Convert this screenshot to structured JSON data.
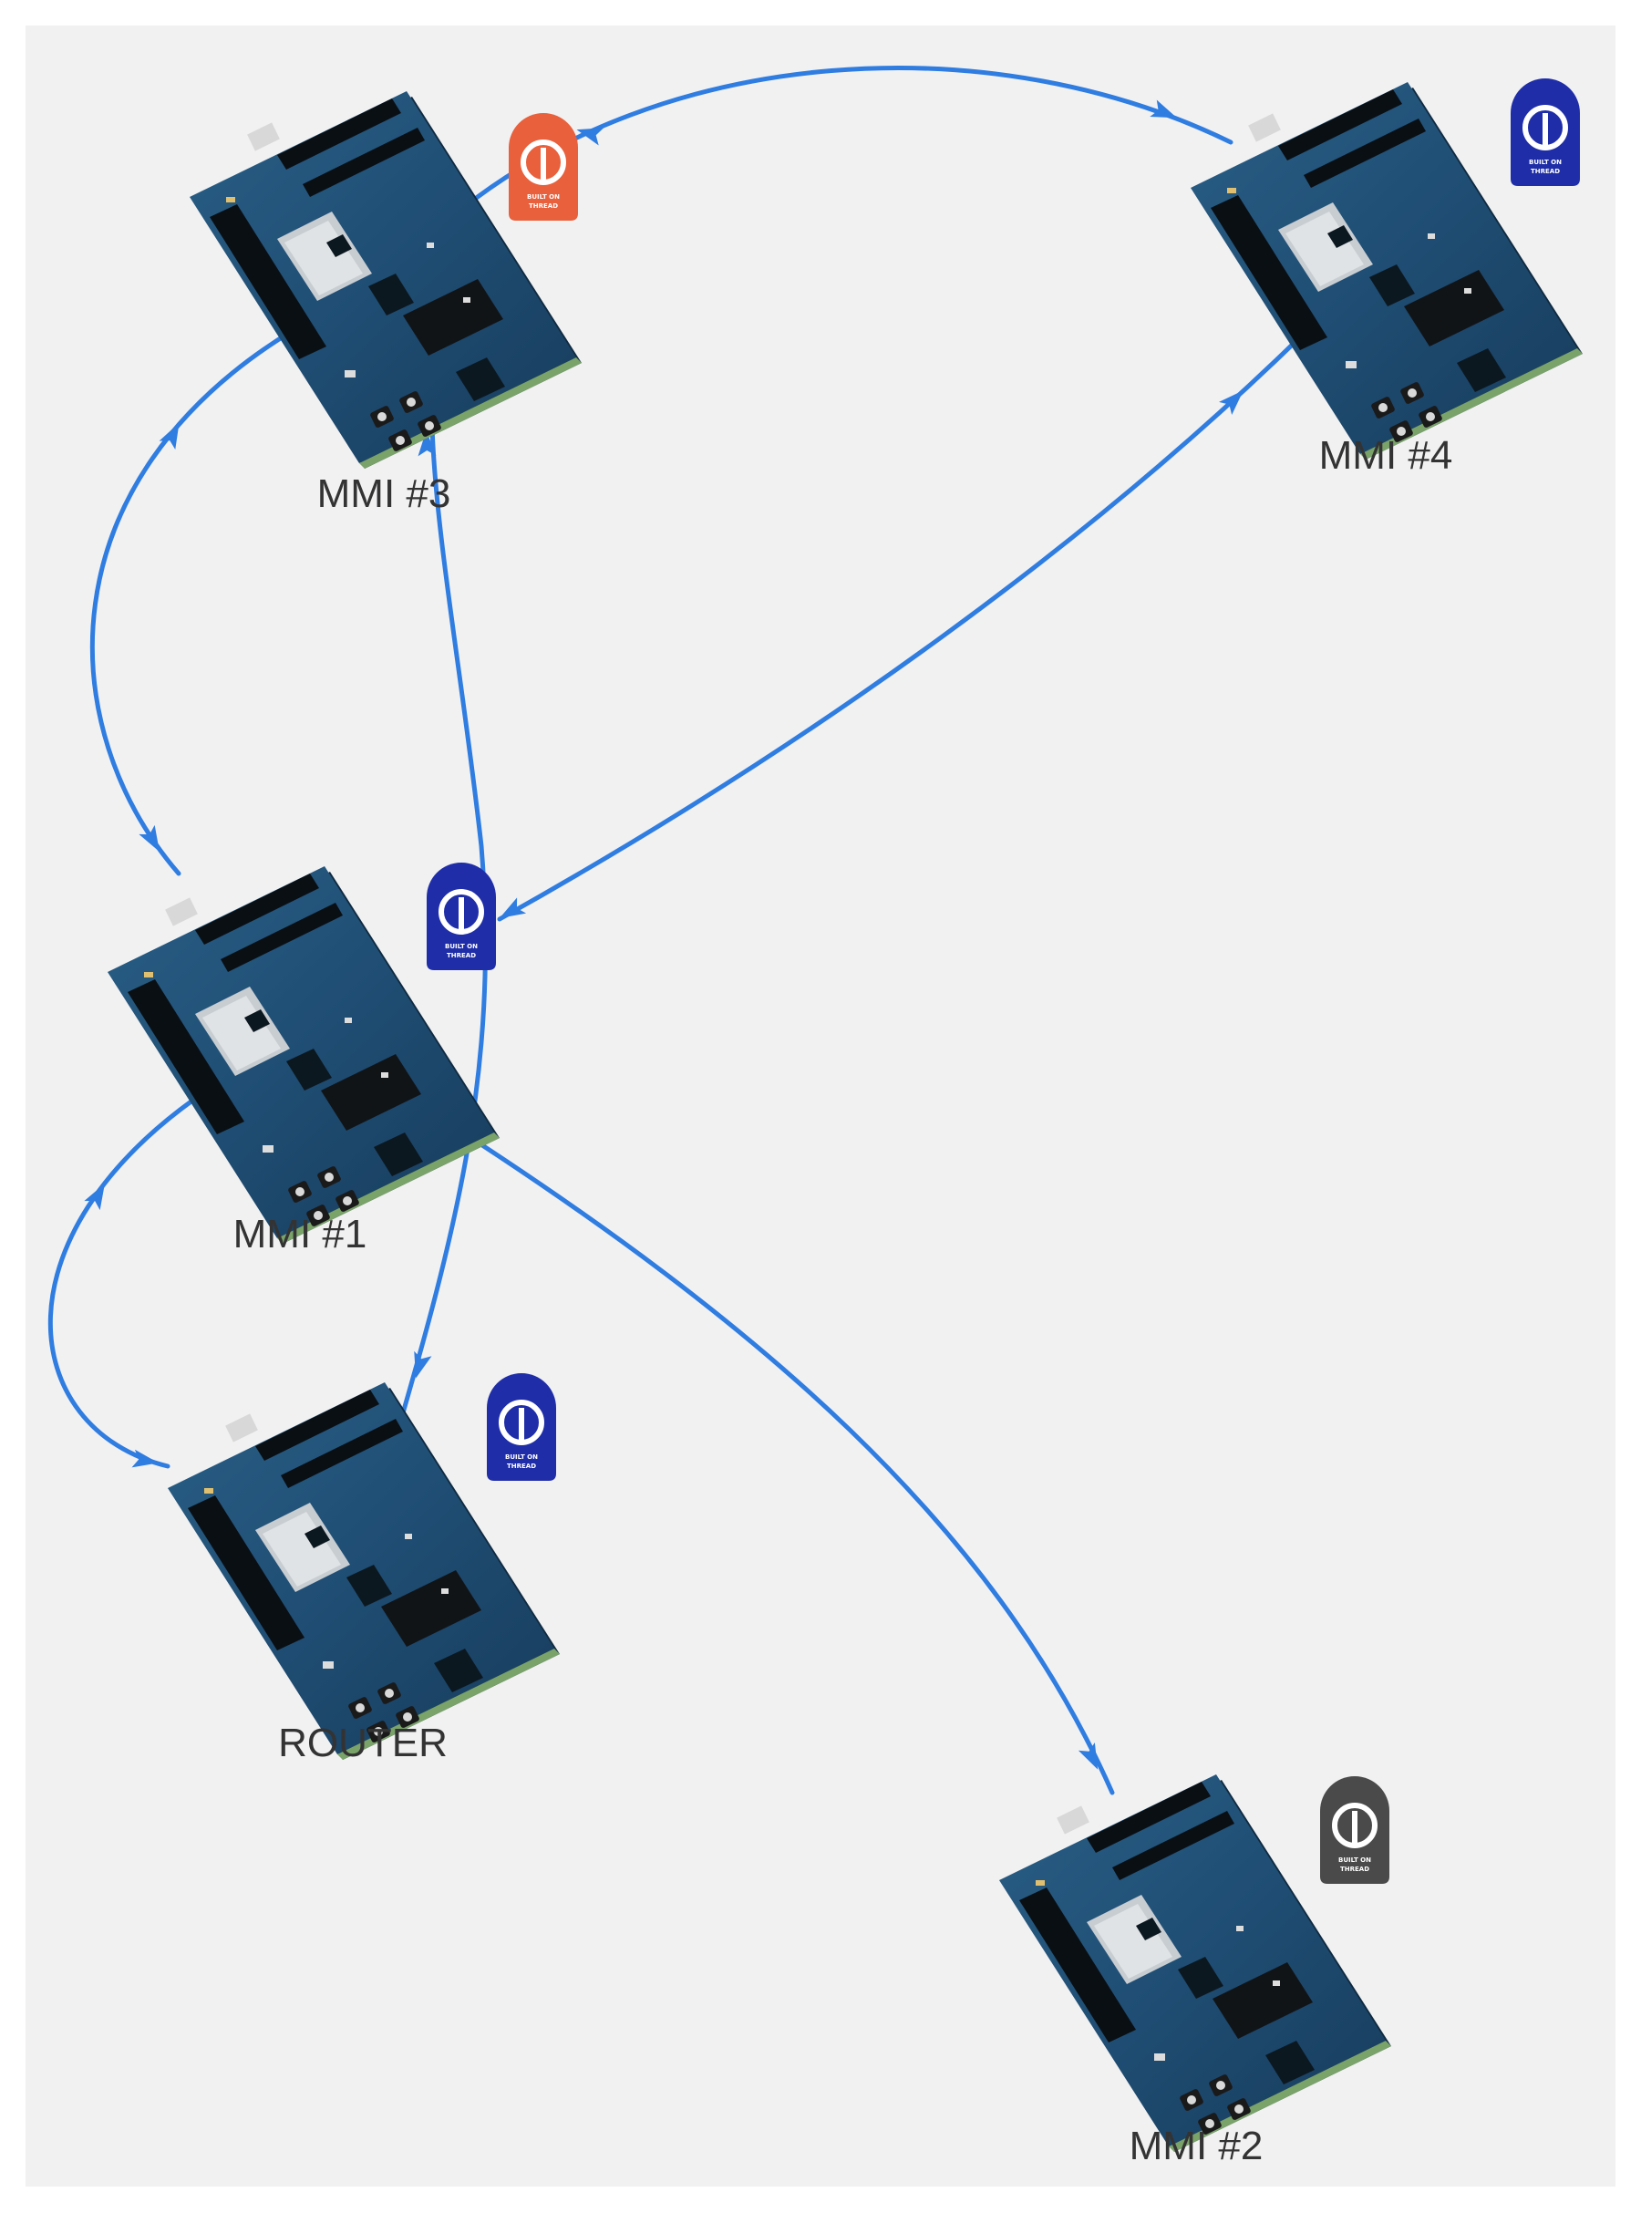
{
  "colors": {
    "background": "#f1f1f2",
    "link": "#2f7de1",
    "badge_default": "#1f2ea8",
    "badge_leader": "#e8603c",
    "badge_disabled": "#4a4a4a"
  },
  "nodes": {
    "mmi3": {
      "label": "MMI #3",
      "badge": "leader",
      "badge_text": [
        "BUILT ON",
        "THREAD"
      ]
    },
    "mmi4": {
      "label": "MMI #4",
      "badge": "default",
      "badge_text": [
        "BUILT ON",
        "THREAD"
      ]
    },
    "mmi1": {
      "label": "MMI #1",
      "badge": "default",
      "badge_text": [
        "BUILT ON",
        "THREAD"
      ]
    },
    "router": {
      "label": "ROUTER",
      "badge": "default",
      "badge_text": [
        "BUILT ON",
        "THREAD"
      ]
    },
    "mmi2": {
      "label": "MMI #2",
      "badge": "disabled",
      "badge_text": [
        "BUILT ON",
        "THREAD"
      ]
    }
  },
  "links": [
    {
      "from": "mmi3",
      "to": "mmi4"
    },
    {
      "from": "mmi4",
      "to": "mmi3"
    },
    {
      "from": "mmi3",
      "to": "mmi1"
    },
    {
      "from": "mmi1",
      "to": "mmi3"
    },
    {
      "from": "mmi4",
      "to": "mmi1"
    },
    {
      "from": "mmi1",
      "to": "mmi4"
    },
    {
      "from": "mmi1",
      "to": "router"
    },
    {
      "from": "router",
      "to": "mmi1"
    },
    {
      "from": "router",
      "to": "mmi3"
    },
    {
      "from": "mmi3",
      "to": "router"
    },
    {
      "from": "mmi1",
      "to": "mmi2"
    }
  ]
}
